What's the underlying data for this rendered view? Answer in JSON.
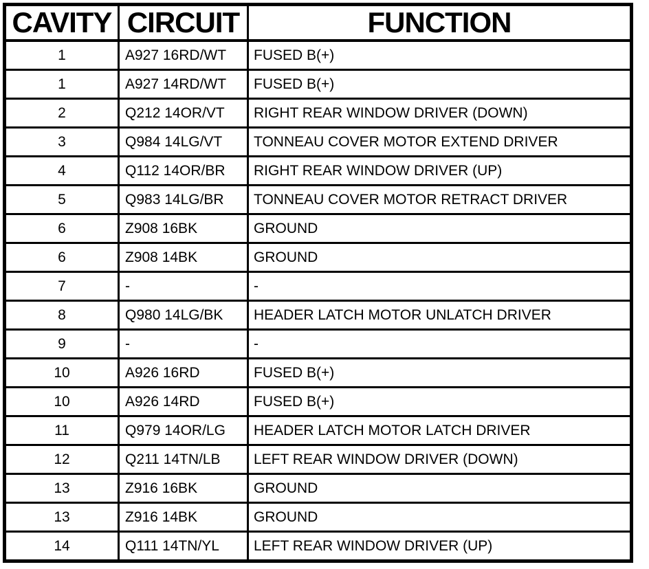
{
  "colors": {
    "border": "#000000",
    "background": "#ffffff",
    "text": "#000000"
  },
  "table": {
    "columns": [
      {
        "key": "cavity",
        "label": "CAVITY"
      },
      {
        "key": "circuit",
        "label": "CIRCUIT"
      },
      {
        "key": "function",
        "label": "FUNCTION"
      }
    ],
    "rows": [
      {
        "cavity": "1",
        "circuit": "A927 16RD/WT",
        "function": "FUSED B(+)"
      },
      {
        "cavity": "1",
        "circuit": "A927 14RD/WT",
        "function": "FUSED B(+)"
      },
      {
        "cavity": "2",
        "circuit": "Q212 14OR/VT",
        "function": "RIGHT REAR WINDOW DRIVER (DOWN)"
      },
      {
        "cavity": "3",
        "circuit": "Q984 14LG/VT",
        "function": "TONNEAU COVER MOTOR EXTEND DRIVER"
      },
      {
        "cavity": "4",
        "circuit": "Q112 14OR/BR",
        "function": "RIGHT REAR WINDOW DRIVER (UP)"
      },
      {
        "cavity": "5",
        "circuit": "Q983 14LG/BR",
        "function": "TONNEAU COVER MOTOR RETRACT DRIVER"
      },
      {
        "cavity": "6",
        "circuit": "Z908 16BK",
        "function": "GROUND"
      },
      {
        "cavity": "6",
        "circuit": "Z908 14BK",
        "function": "GROUND"
      },
      {
        "cavity": "7",
        "circuit": "-",
        "function": "-"
      },
      {
        "cavity": "8",
        "circuit": "Q980 14LG/BK",
        "function": "HEADER LATCH MOTOR UNLATCH DRIVER"
      },
      {
        "cavity": "9",
        "circuit": "-",
        "function": "-"
      },
      {
        "cavity": "10",
        "circuit": "A926 16RD",
        "function": "FUSED B(+)"
      },
      {
        "cavity": "10",
        "circuit": "A926 14RD",
        "function": "FUSED B(+)"
      },
      {
        "cavity": "11",
        "circuit": "Q979 14OR/LG",
        "function": "HEADER LATCH MOTOR LATCH DRIVER"
      },
      {
        "cavity": "12",
        "circuit": "Q211 14TN/LB",
        "function": "LEFT REAR WINDOW DRIVER (DOWN)"
      },
      {
        "cavity": "13",
        "circuit": "Z916 16BK",
        "function": "GROUND"
      },
      {
        "cavity": "13",
        "circuit": "Z916 14BK",
        "function": "GROUND"
      },
      {
        "cavity": "14",
        "circuit": "Q111 14TN/YL",
        "function": "LEFT REAR WINDOW DRIVER (UP)"
      }
    ]
  }
}
